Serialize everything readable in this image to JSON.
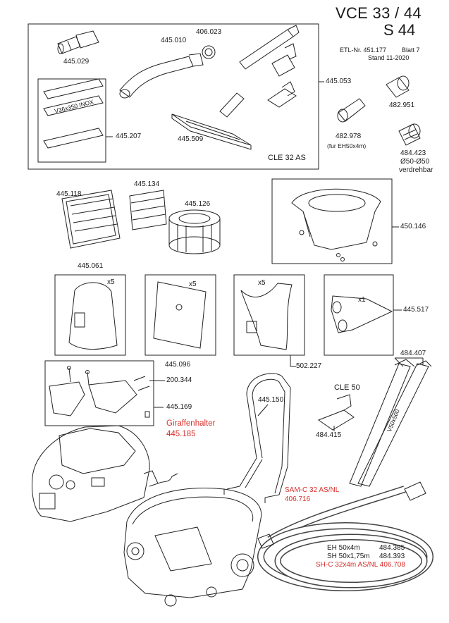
{
  "header": {
    "title": "VCE 33 / 44",
    "model": "S 44",
    "etl": "ETL-Nr. 451.177",
    "sheet": "Blatt 7",
    "date": "Stand 11-2020"
  },
  "accessory_box": {
    "label": "CLE 32 AS",
    "inner_box_label": "V36x350 INOX"
  },
  "part_numbers": {
    "p445029": "445.029",
    "p445010": "445.010",
    "p406023": "406.023",
    "p445053": "445.053",
    "p445207": "445.207",
    "p445509": "445.509",
    "p482951": "482.951",
    "p482978": "482.978",
    "p482978_note": "(fur EH50x4m)",
    "p484423": "484.423",
    "p484423_size": "Ø50-Ø50",
    "p484423_note": "verdrehbar",
    "p445118": "445.118",
    "p445134": "445.134",
    "p445126": "445.126",
    "p450146": "450.146",
    "p445061": "445.061",
    "p445096": "445.096",
    "p502227": "502.227",
    "p445517": "445.517",
    "p200344": "200.344",
    "p445169": "445.169",
    "giraffe_label": "Giraffenhalter",
    "p445185": "445.185",
    "p445150": "445.150",
    "cle50": "CLE 50",
    "p484415": "484.415",
    "p484407": "484.407",
    "tube_text": "V50x500",
    "samc_label": "SAM-C 32 AS/NL",
    "p406716": "406.716",
    "hose_eh": "EH 50x4m",
    "p484385": "484.385",
    "hose_sh": "SH 50x1,75m",
    "p484393": "484.393",
    "hose_shc": "SH-C 32x4m AS/NL 406.708"
  },
  "multipliers": {
    "bag1": "x5",
    "bag2": "x5",
    "bag3": "x5",
    "nozzle": "x1"
  },
  "colors": {
    "line": "#222222",
    "red_text": "#d8322e"
  }
}
